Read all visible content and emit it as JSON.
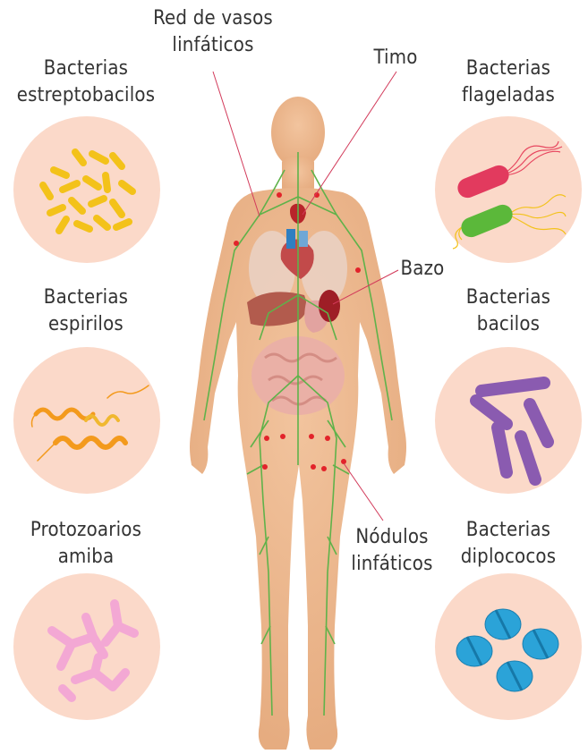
{
  "labels": {
    "red_vasos": [
      "Red de vasos",
      "linfáticos"
    ],
    "timo": [
      "Timo"
    ],
    "bazo": [
      "Bazo"
    ],
    "nodulos": [
      "Nódulos",
      "linfáticos"
    ]
  },
  "panels": {
    "estreptobacilos": [
      "Bacterias",
      "estreptobacilos"
    ],
    "espirilos": [
      "Bacterias",
      "espirilos"
    ],
    "amiba": [
      "Protozoarios",
      "amiba"
    ],
    "flageladas": [
      "Bacterias",
      "flageladas"
    ],
    "bacilos": [
      "Bacterias",
      "bacilos"
    ],
    "diplococos": [
      "Bacterias",
      "diplococos"
    ]
  },
  "colors": {
    "circle_bg": "#fbd9c9",
    "skin": "#edb88d",
    "lymph": "#5fb24a",
    "node": "#e2232a",
    "leader": "#d23a5a",
    "text": "#333333"
  }
}
